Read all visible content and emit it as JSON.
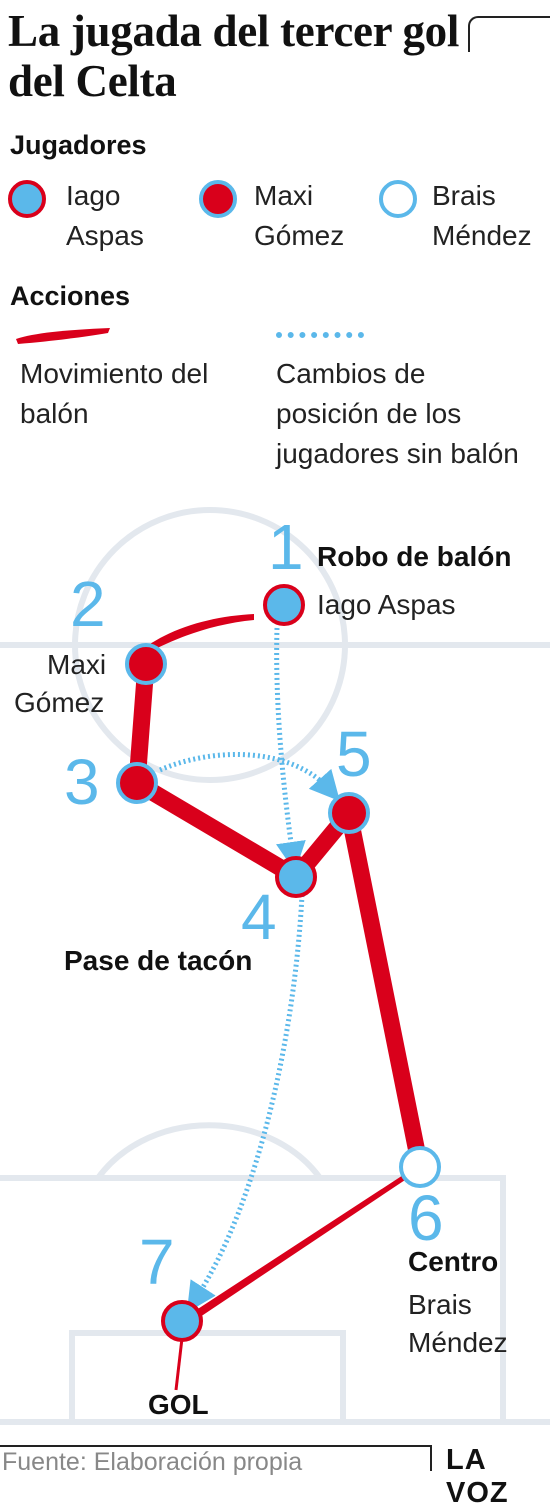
{
  "title": "La jugada del tercer gol del Celta",
  "legend": {
    "players_heading": "Jugadores",
    "players": [
      {
        "line1": "Iago",
        "line2": "Aspas",
        "icon": "blue-dot-red-ring-icon"
      },
      {
        "line1": "Maxi",
        "line2": "Gómez",
        "icon": "red-dot-blue-ring-icon"
      },
      {
        "line1": "Brais",
        "line2": "Méndez",
        "icon": "white-dot-blue-ring-icon"
      }
    ],
    "actions_heading": "Acciones",
    "actions": [
      {
        "lines": [
          "Movimiento del",
          "balón"
        ],
        "icon": "red-brush-stroke-icon"
      },
      {
        "lines": [
          "Cambios de",
          "posición de los",
          "jugadores sin balón"
        ],
        "icon": "blue-dotted-line-icon"
      }
    ]
  },
  "steps": [
    {
      "num": "1",
      "title": "Robo de balón",
      "detail": "Iago Aspas"
    },
    {
      "num": "2",
      "detail_line1": "Maxi",
      "detail_line2": "Gómez"
    },
    {
      "num": "3"
    },
    {
      "num": "4",
      "title": "Pase de tacón"
    },
    {
      "num": "5"
    },
    {
      "num": "6",
      "title": "Centro",
      "detail_line1": "Brais",
      "detail_line2": "Méndez"
    },
    {
      "num": "7",
      "title": "GOL"
    }
  ],
  "footer": {
    "source": "Fuente: Elaboración propia",
    "brand": "LA VOZ"
  },
  "colors": {
    "red": "#d9001b",
    "blue": "#5bb8ea",
    "field_line": "#e3e8ee"
  }
}
